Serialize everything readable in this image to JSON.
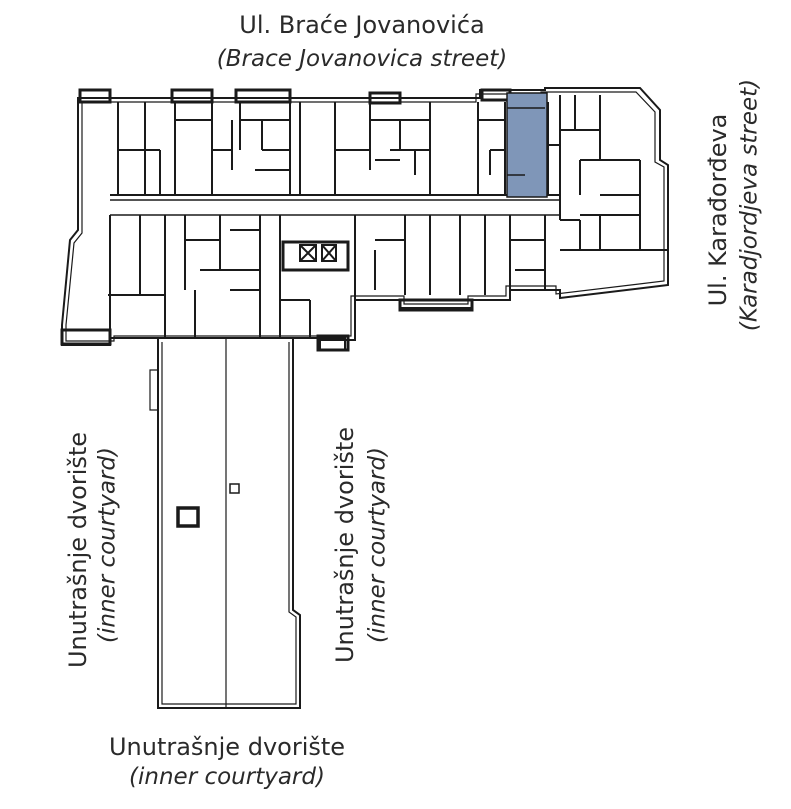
{
  "labels": {
    "north_main": "Ul. Braće Jovanovića",
    "north_sub": "(Brace Jovanovica street)",
    "east_main": "Ul. Karađorđeva",
    "east_sub": "(Karadjordjeva street)",
    "courtyard_main": "Unutrašnje dvorište",
    "courtyard_sub": "(inner courtyard)"
  },
  "colors": {
    "wall": "#1a1a1a",
    "highlight": "#7f96b8",
    "text": "#2a2a2a"
  },
  "icons": {
    "elevator": "elevator-box-icon",
    "shaft": "shaft-square-icon"
  }
}
